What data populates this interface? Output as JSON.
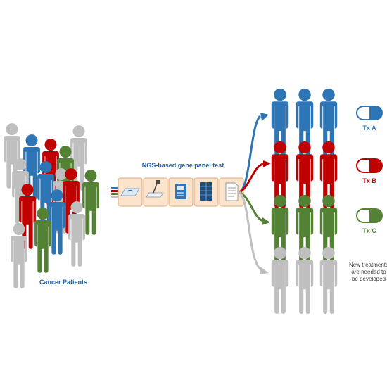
{
  "patients_label": "Cancer Patients",
  "test_label": "NGS-based gene panel test",
  "treatments": [
    {
      "label": "Tx A",
      "color": "#2e75b6"
    },
    {
      "label": "Tx B",
      "color": "#c00000"
    },
    {
      "label": "Tx C",
      "color": "#548235"
    }
  ],
  "untreated_note": [
    "New treatments",
    "are needed to",
    "be developed"
  ],
  "colors": {
    "blue": "#2e75b6",
    "red": "#c00000",
    "green": "#548235",
    "gray": "#bfbfbf",
    "label_blue": "#1f5fa8",
    "step_fill": "#fbe3cc",
    "step_border": "#e3a978"
  },
  "test_steps": [
    {
      "icon": "tissue-slide-icon"
    },
    {
      "icon": "pipette-icon"
    },
    {
      "icon": "sequencer-icon"
    },
    {
      "icon": "server-rack-icon"
    },
    {
      "icon": "report-document-icon"
    }
  ]
}
